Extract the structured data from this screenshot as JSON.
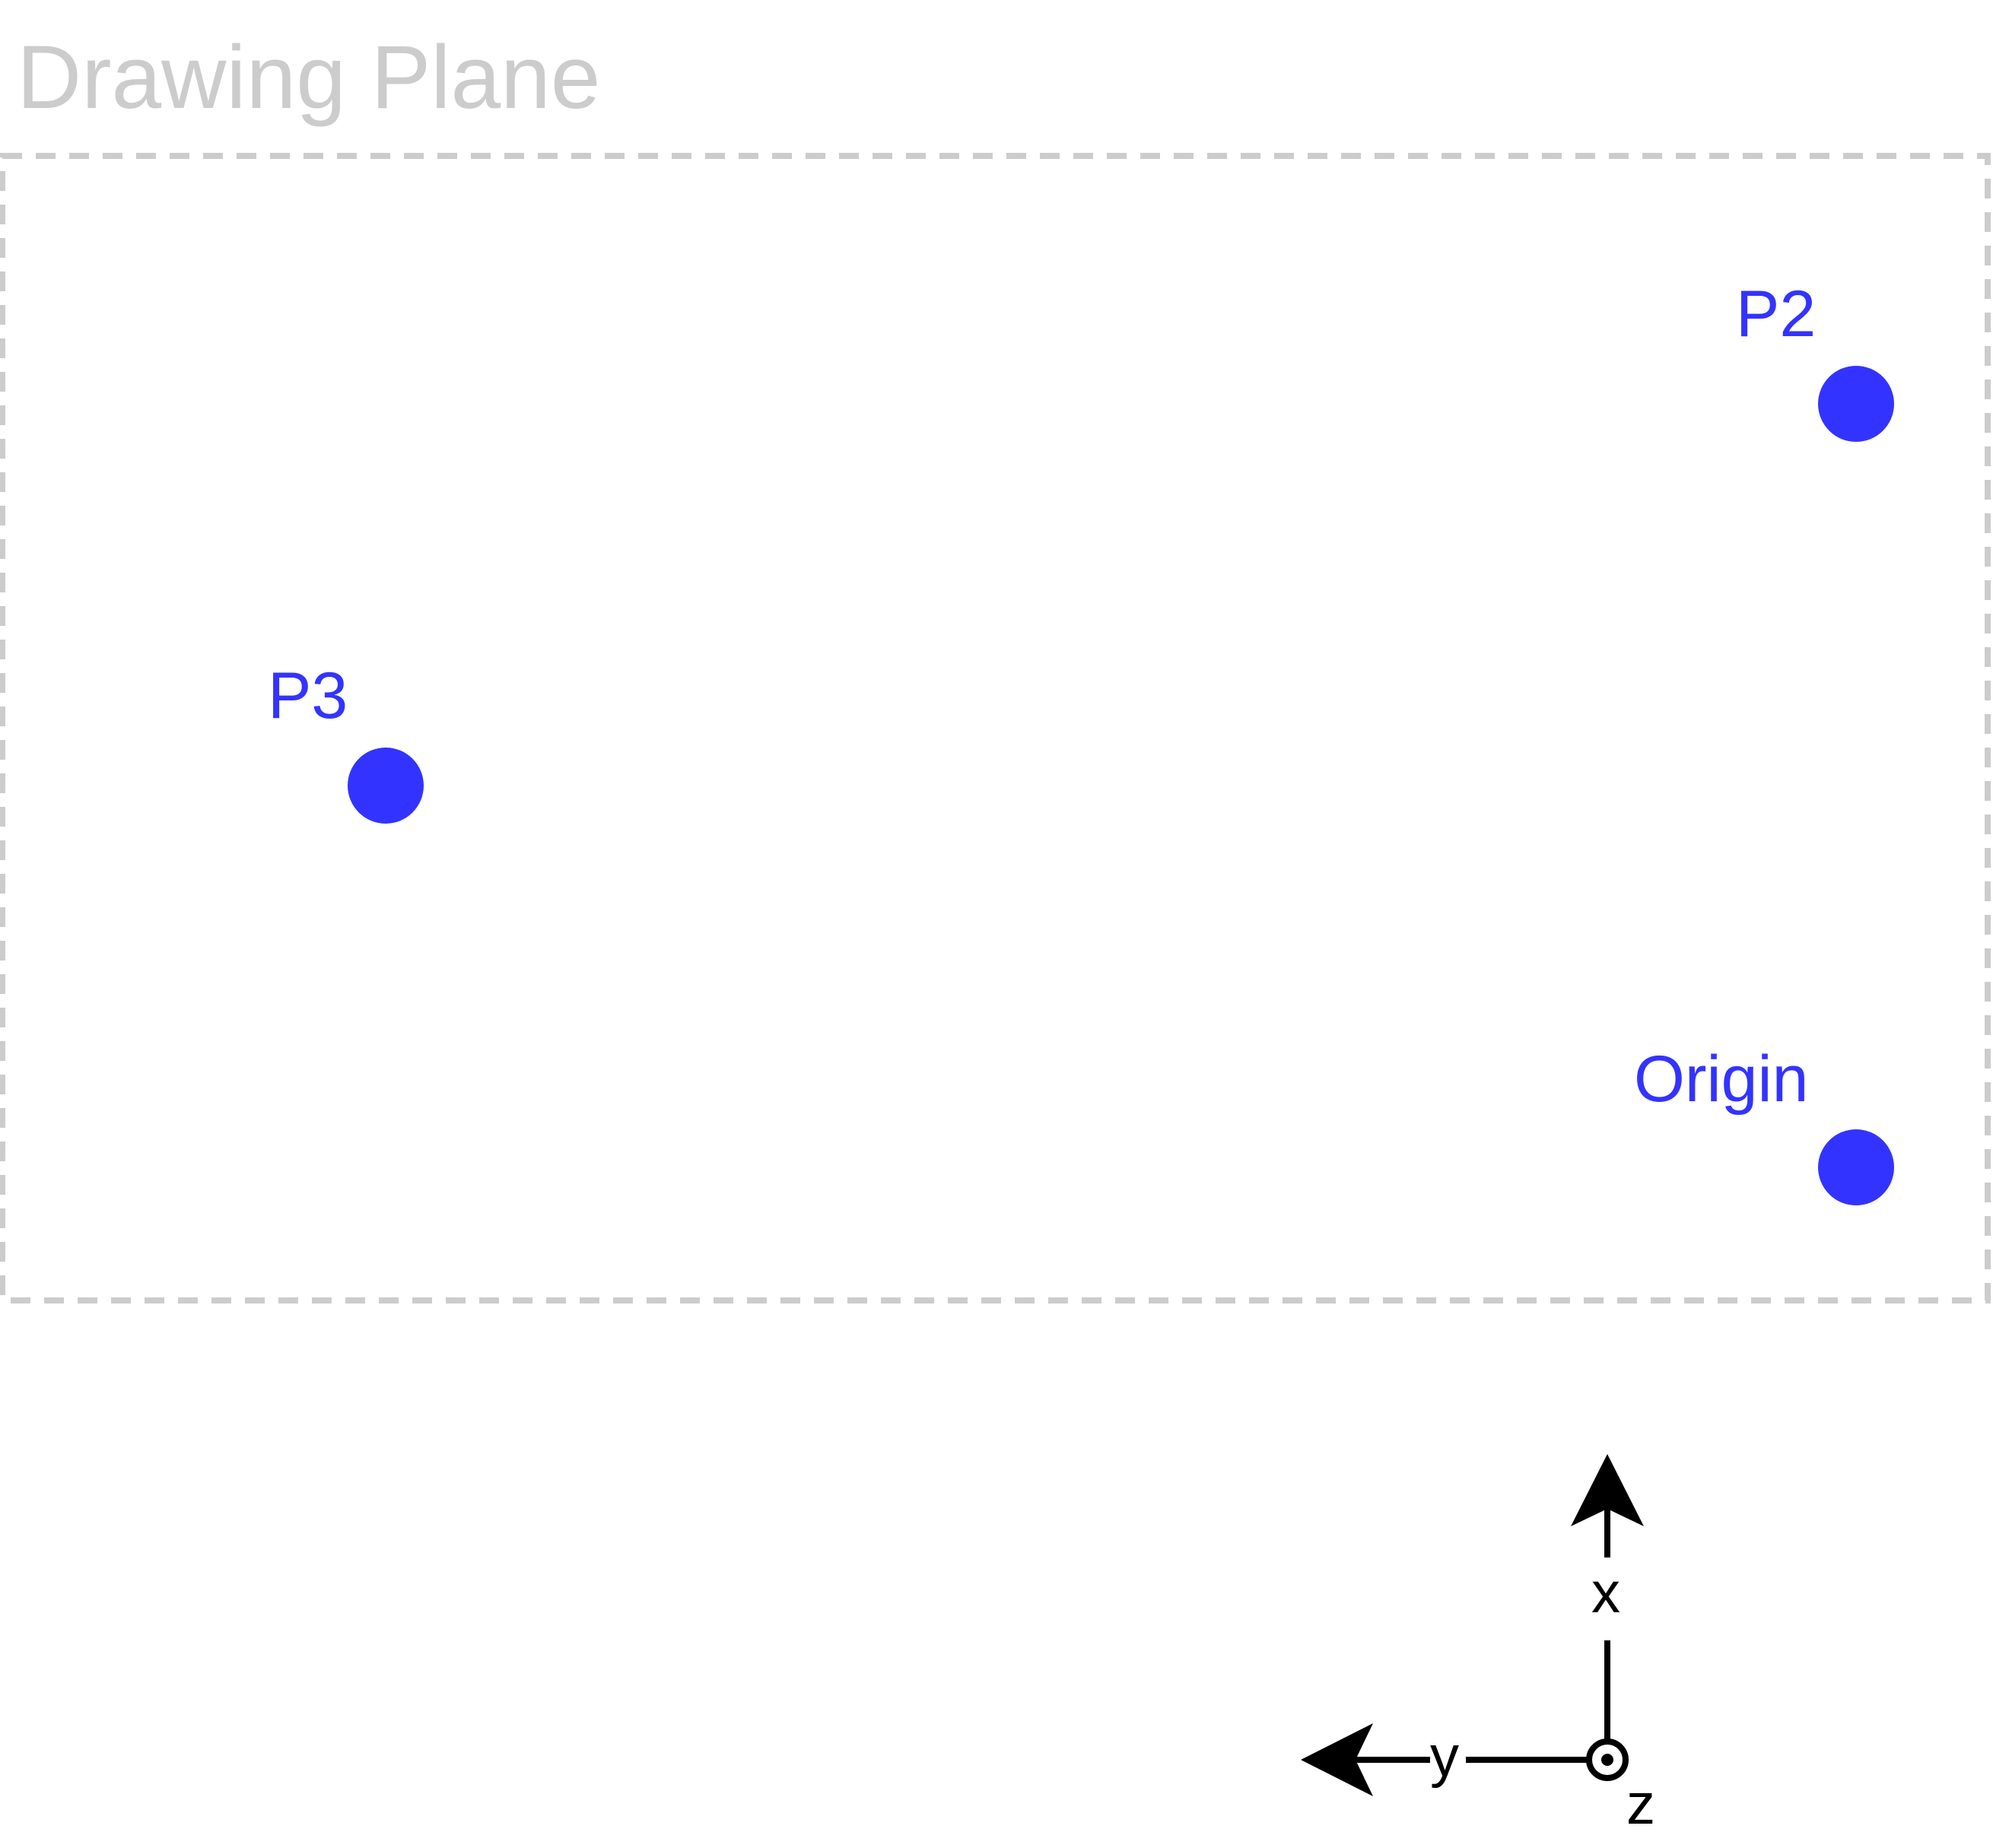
{
  "plane": {
    "title": "Drawing Plane",
    "border_color": "#cccccc",
    "title_color": "#cccccc"
  },
  "points": [
    {
      "id": "p2",
      "label": "P2",
      "color": "#3333ff"
    },
    {
      "id": "p3",
      "label": "P3",
      "color": "#3333ff"
    },
    {
      "id": "origin",
      "label": "Origin",
      "color": "#3333ff"
    }
  ],
  "axes": {
    "color": "#000000",
    "x_label": "x",
    "y_label": "y",
    "z_label": "z",
    "z_symbol": "out-of-page-icon"
  }
}
